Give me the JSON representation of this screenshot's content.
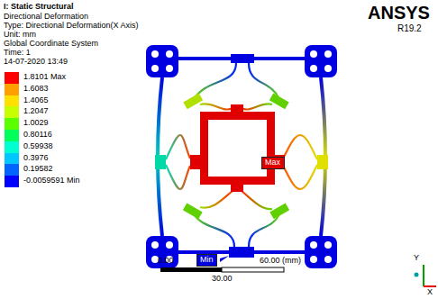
{
  "diagram": {
    "title": "I: Static Structural",
    "nodes": [
      {
        "text": [
          "Max"
        ]
      },
      {
        "text": [
          "Min"
        ]
      }
    ],
    "labels": [
      "Directional Deformation",
      "Type: Directional Deformation(X Axis)",
      "Unit: mm",
      "Global Coordinate System",
      "Time: 1",
      "14-07-2020 13:49",
      "ANSYS",
      "R19.2",
      "0.00",
      "60.00 (mm)",
      "30.00",
      "Y",
      "X"
    ],
    "legend": [
      {
        "text": "1.8101 Max",
        "color": "#ff0000"
      },
      {
        "text": "1.6083",
        "color": "#ffa000"
      },
      {
        "text": "1.4065",
        "color": "#ffe000"
      },
      {
        "text": "1.2047",
        "color": "#c8ff00"
      },
      {
        "text": "1.0029",
        "color": "#5aff00"
      },
      {
        "text": "0.80116",
        "color": "#00ff5a"
      },
      {
        "text": "0.59938",
        "color": "#00ffd0"
      },
      {
        "text": "0.3976",
        "color": "#00c8ff"
      },
      {
        "text": "0.19582",
        "color": "#0064ff"
      },
      {
        "text": "-0.0059591 Min",
        "color": "#0000ff"
      }
    ]
  }
}
